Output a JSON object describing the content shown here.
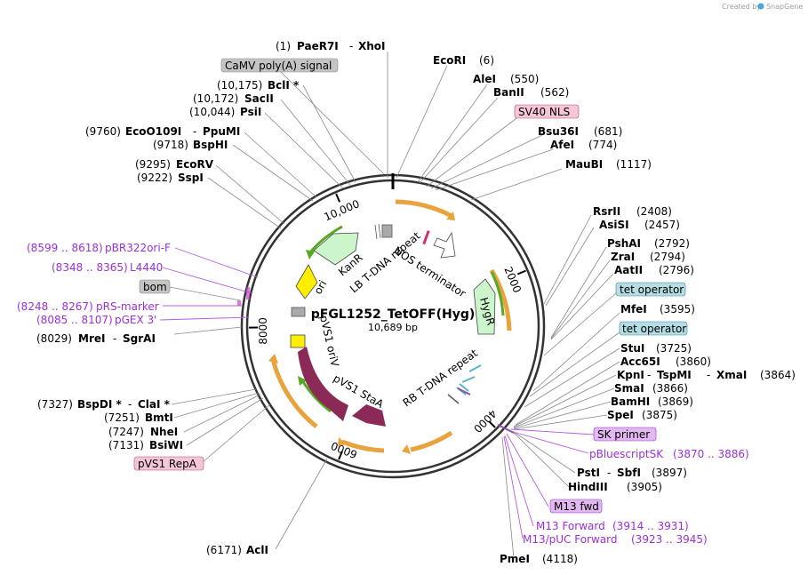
{
  "credit": {
    "prefix": "Created by",
    "brand": "SnapGene"
  },
  "plasmid": {
    "name": "pFGL1252_TetOFF(Hyg)",
    "size_label": "10,689 bp",
    "length": 10689
  },
  "ticks": [
    {
      "pos": 2000,
      "label": "2000"
    },
    {
      "pos": 4000,
      "label": "4000"
    },
    {
      "pos": 6000,
      "label": "6000"
    },
    {
      "pos": 8000,
      "label": "8000"
    },
    {
      "pos": 10000,
      "label": "10,000"
    }
  ],
  "colors": {
    "backbone": "#333333",
    "primer_orange": "#e8a33c",
    "orf_green": "#55aa22",
    "feature_lightgreen": "#ccf5cc",
    "feature_maroon": "#8c2a57",
    "ori_yellow": "#ffee00",
    "terminator_gray": "#a7a9ac",
    "pink_label": "#f4c6d7",
    "blue_label": "#b4dde4",
    "purple_label": "#e2b8f0",
    "gray_label": "#c4c4c4",
    "purple_text": "#9b30d9"
  },
  "sites_right": [
    {
      "id": "ecori",
      "name": "EcoRI",
      "pos": "(6)"
    },
    {
      "id": "alei",
      "name": "AleI",
      "pos": "(550)"
    },
    {
      "id": "banii",
      "name": "BanII",
      "pos": "(562)"
    },
    {
      "id": "bsu36i",
      "name": "Bsu36I",
      "pos": "(681)"
    },
    {
      "id": "afei",
      "name": "AfeI",
      "pos": "(774)"
    },
    {
      "id": "maubi",
      "name": "MauBI",
      "pos": "(1117)"
    },
    {
      "id": "rsrii",
      "name": "RsrII",
      "pos": "(2408)"
    },
    {
      "id": "asisi",
      "name": "AsiSI",
      "pos": "(2457)"
    },
    {
      "id": "pshai",
      "name": "PshAI",
      "pos": "(2792)"
    },
    {
      "id": "zrai",
      "name": "ZraI",
      "pos": "(2794)"
    },
    {
      "id": "aatii",
      "name": "AatII",
      "pos": "(2796)"
    },
    {
      "id": "mfei",
      "name": "MfeI",
      "pos": "(3595)"
    },
    {
      "id": "stui",
      "name": "StuI",
      "pos": "(3725)"
    },
    {
      "id": "acc65i",
      "name": "Acc65I",
      "pos": "(3860)"
    },
    {
      "id": "smai",
      "name": "SmaI",
      "pos": "(3866)"
    },
    {
      "id": "bamhi",
      "name": "BamHI",
      "pos": "(3869)"
    },
    {
      "id": "spei",
      "name": "SpeI",
      "pos": "(3875)"
    },
    {
      "id": "pmei",
      "name": "PmeI",
      "pos": "(4118)"
    },
    {
      "id": "acli",
      "name": "AclI",
      "pos": "(6171)"
    }
  ],
  "kpni_row": {
    "a": "KpnI",
    "sep1": "-",
    "b": "TspMI",
    "sep2": "-",
    "c": "XmaI",
    "pos": "(3864)"
  },
  "psti_row": {
    "a": "PstI",
    "sep": "-",
    "b": "SbfI",
    "pos": "(3897)"
  },
  "hindiii": {
    "name": "HindIII",
    "pos": "(3905)"
  },
  "sites_left": [
    {
      "id": "bcli",
      "name": "BclI *",
      "pos": "(10,175)"
    },
    {
      "id": "sacii",
      "name": "SacII",
      "pos": "(10,172)"
    },
    {
      "id": "psii",
      "name": "PsiI",
      "pos": "(10,044)"
    },
    {
      "id": "bsphi",
      "name": "BspHI",
      "pos": "(9718)"
    },
    {
      "id": "ecorv",
      "name": "EcoRV",
      "pos": "(9295)"
    },
    {
      "id": "sspi",
      "name": "SspI",
      "pos": "(9222)"
    },
    {
      "id": "bmti",
      "name": "BmtI",
      "pos": "(7251)"
    },
    {
      "id": "nhei",
      "name": "NheI",
      "pos": "(7247)"
    },
    {
      "id": "bsiwi",
      "name": "BsiWI",
      "pos": "(7131)"
    }
  ],
  "paer7i_row": {
    "pos": "(1)",
    "a": "PaeR7I",
    "sep": "-",
    "b": "XhoI"
  },
  "ecoo_row": {
    "pos": "(9760)",
    "a": "EcoO109I",
    "sep": "-",
    "b": "PpuMI"
  },
  "mrei_row": {
    "pos": "(8029)",
    "a": "MreI",
    "sep": "-",
    "b": "SgrAI"
  },
  "bspdi_row": {
    "pos": "(7327)",
    "a": "BspDI *",
    "sep": "-",
    "b": "ClaI *"
  },
  "primers_left": [
    {
      "id": "pbr322ori",
      "name": "pBR322ori-F",
      "range": "(8599 .. 8618)"
    },
    {
      "id": "l4440",
      "name": "L4440",
      "range": "(8348 .. 8365)"
    },
    {
      "id": "prs-marker",
      "name": "pRS-marker",
      "range": "(8248 .. 8267)"
    },
    {
      "id": "pgex3",
      "name": "pGEX 3'",
      "range": "(8085 .. 8107)"
    }
  ],
  "primers_right": [
    {
      "id": "pbluescriptsk",
      "name": "pBluescriptSK",
      "range": "(3870 .. 3886)"
    },
    {
      "id": "m13forward",
      "name": "M13 Forward",
      "range": "(3914 .. 3931)"
    },
    {
      "id": "m13puc",
      "name": "M13/pUC Forward",
      "range": "(3923 .. 3945)"
    }
  ],
  "boxed_labels": [
    {
      "id": "camv",
      "text": "CaMV poly(A) signal"
    },
    {
      "id": "sv40",
      "text": "SV40 NLS"
    },
    {
      "id": "tetop1",
      "text": "tet operator"
    },
    {
      "id": "tetop2",
      "text": "tet operator"
    },
    {
      "id": "bom",
      "text": "bom"
    },
    {
      "id": "skprimer",
      "text": "SK primer"
    },
    {
      "id": "m13fwd",
      "text": "M13 fwd"
    },
    {
      "id": "pvs1repa",
      "text": "pVS1 RepA"
    }
  ],
  "features": {
    "nos": "NOS terminator",
    "lb": "LB T-DNA repeat",
    "kanr": "KanR",
    "ori": "ori",
    "hygr": "HygR",
    "rb": "RB T-DNA repeat",
    "pvs1oriv": "pVS1 oriV",
    "pvs1staa": "pVS1 StaA"
  }
}
